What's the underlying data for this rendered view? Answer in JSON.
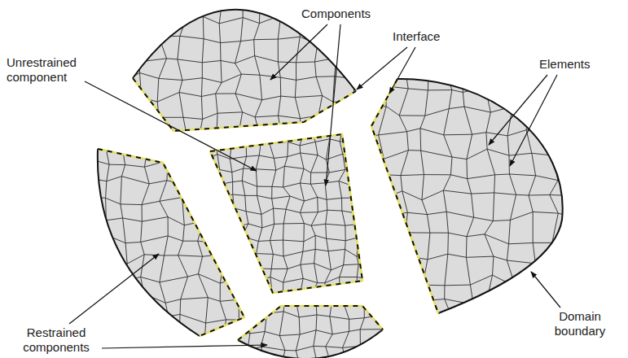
{
  "diagram": {
    "labels": [
      "Components",
      "Interface",
      "Unrestrained component",
      "Elements",
      "Domain boundary",
      "Restrained components"
    ]
  }
}
